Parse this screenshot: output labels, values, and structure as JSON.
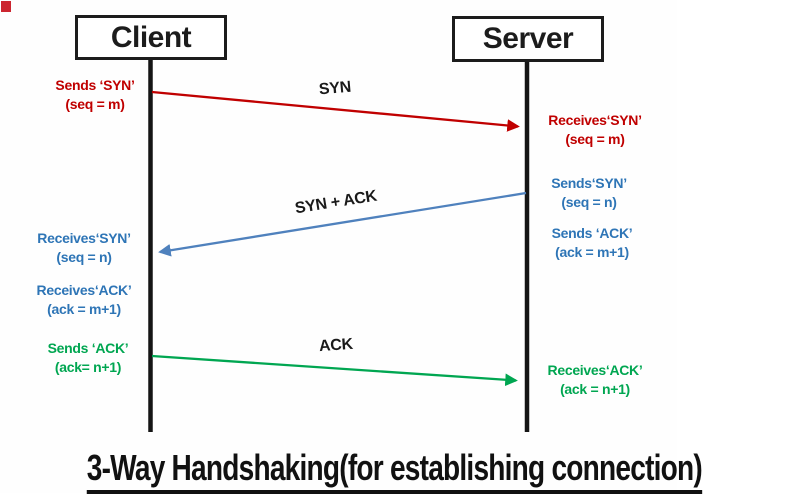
{
  "title": "3-Way Handshaking(for establishing connection)",
  "actors": {
    "client": "Client",
    "server": "Server"
  },
  "arrow_labels": {
    "syn": "SYN",
    "syn_ack": "SYN + ACK",
    "ack": "ACK"
  },
  "messages": [
    {
      "label": "SYN",
      "from": "client",
      "to": "server",
      "color": "#c00000"
    },
    {
      "label": "SYN + ACK",
      "from": "server",
      "to": "client",
      "color": "#4f81bd"
    },
    {
      "label": "ACK",
      "from": "client",
      "to": "server",
      "color": "#00a651"
    }
  ],
  "notes": {
    "client_sends_syn": {
      "l1": "Sends ‘SYN’",
      "l2": "(seq = m)"
    },
    "server_receives_syn": {
      "l1": "Receives‘SYN’",
      "l2": "(seq = m)"
    },
    "server_sends_syn": {
      "l1": "Sends‘SYN’",
      "l2": "(seq = n)"
    },
    "server_sends_ack": {
      "l1": "Sends ‘ACK’",
      "l2": "(ack = m+1)"
    },
    "client_receives_syn": {
      "l1": "Receives‘SYN’",
      "l2": "(seq = n)"
    },
    "client_receives_ack": {
      "l1": "Receives‘ACK’",
      "l2": "(ack = m+1)"
    },
    "client_sends_ack": {
      "l1": "Sends ‘ACK’",
      "l2": "(ack= n+1)"
    },
    "server_receives_ack": {
      "l1": "Receives‘ACK’",
      "l2": "(ack = n+1)"
    }
  },
  "colors": {
    "syn_arrow": "#c00000",
    "syn_ack_arrow": "#4f81bd",
    "ack_arrow": "#00a651",
    "red_text": "#c00000",
    "blue_text": "#2e75b6",
    "green_text": "#00a651",
    "lifeline": "#151515",
    "corner_mark": "#cc2630"
  }
}
